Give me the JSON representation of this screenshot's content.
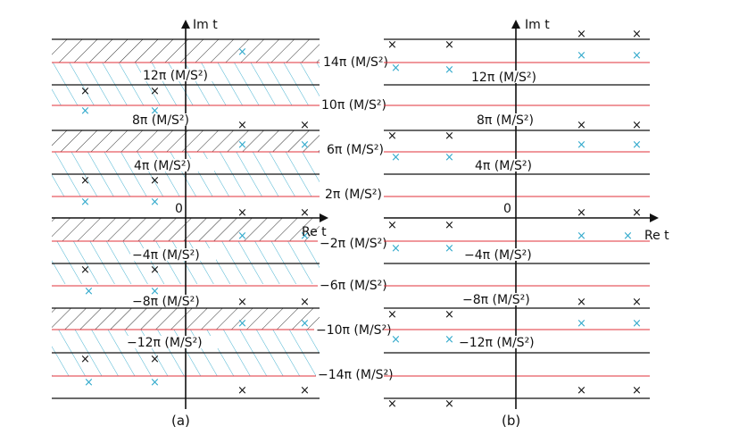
{
  "panel_a": {
    "caption": "(a)",
    "axis_im": "Im t",
    "axis_re": "Re t",
    "origin": "0",
    "labels": {
      "a14": "14π (M/S²)",
      "a12": "12π (M/S²)",
      "a10": "10π (M/S²)",
      "a8": "8π (M/S²)",
      "a6": "6π (M/S²)",
      "a4": "4π (M/S²)",
      "a2": "2π (M/S²)",
      "am2": "−2π (M/S²)",
      "am4": "−4π (M/S²)",
      "am6": "−6π (M/S²)",
      "am8": "−8π (M/S²)",
      "am10": "−10π (M/S²)",
      "am12": "−12π (M/S²)",
      "am14": "−14π (M/S²)"
    }
  },
  "panel_b": {
    "caption": "(b)",
    "axis_im": "Im t",
    "axis_re": "Re t",
    "origin": "0",
    "labels": {
      "b12": "12π (M/S²)",
      "b8": "8π (M/S²)",
      "b4": "4π (M/S²)",
      "bm4": "−4π (M/S²)",
      "bm8": "−8π (M/S²)",
      "bm12": "−12π (M/S²)"
    }
  },
  "colors": {
    "line": "#111111",
    "red_line": "#e0303a",
    "cyan": "#33aacc",
    "hatch": "#333333"
  }
}
